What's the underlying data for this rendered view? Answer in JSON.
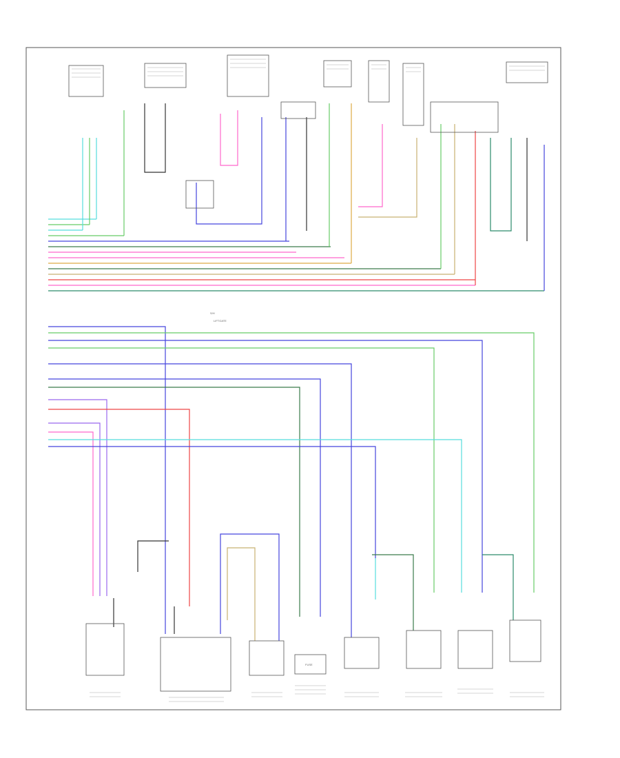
{
  "diagram": {
    "center_labels": [
      "S/H",
      "LIFTGATE"
    ],
    "corner_label": "",
    "top_components": [
      {
        "id": "t1",
        "label": ""
      },
      {
        "id": "t2",
        "label": ""
      },
      {
        "id": "t3",
        "label": ""
      },
      {
        "id": "t4",
        "label": ""
      },
      {
        "id": "t5",
        "label": ""
      },
      {
        "id": "t6",
        "label": ""
      },
      {
        "id": "t7",
        "label": ""
      },
      {
        "id": "t8",
        "label": ""
      },
      {
        "id": "t9",
        "label": ""
      },
      {
        "id": "t10",
        "label": ""
      }
    ],
    "bottom_components": [
      {
        "id": "b1",
        "label": ""
      },
      {
        "id": "b2",
        "label": ""
      },
      {
        "id": "b3",
        "label": ""
      },
      {
        "id": "b4",
        "label": "FUSE"
      },
      {
        "id": "b5",
        "label": ""
      },
      {
        "id": "b6",
        "label": ""
      },
      {
        "id": "b7",
        "label": ""
      },
      {
        "id": "b8",
        "label": ""
      }
    ],
    "wire_colors": {
      "green": "#66cc66",
      "cyan": "#55dddd",
      "blue": "#4444dd",
      "violet": "#9966ee",
      "pink": "#ff66cc",
      "red": "#ee4444",
      "orange": "#ddaa44",
      "tan": "#c8b070",
      "teal": "#2a8a6a",
      "dkgreen": "#3a7a4a",
      "lightblue": "#99bbff",
      "black": "#333333"
    }
  }
}
